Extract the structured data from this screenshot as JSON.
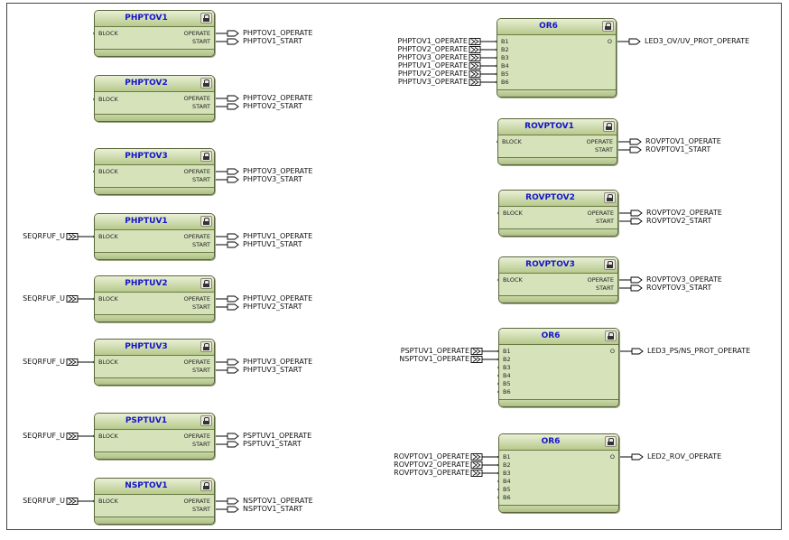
{
  "blocks": [
    {
      "title": "PHPTOV1",
      "inputs": [
        "BLOCK"
      ],
      "outputs": [
        "OPERATE",
        "START"
      ],
      "in_signals": [
        ""
      ],
      "out_signals": [
        "PHPTOV1_OPERATE",
        "PHPTOV1_START"
      ]
    },
    {
      "title": "PHPTOV2",
      "inputs": [
        "BLOCK"
      ],
      "outputs": [
        "OPERATE",
        "START"
      ],
      "in_signals": [
        ""
      ],
      "out_signals": [
        "PHPTOV2_OPERATE",
        "PHPTOV2_START"
      ]
    },
    {
      "title": "PHPTOV3",
      "inputs": [
        "BLOCK"
      ],
      "outputs": [
        "OPERATE",
        "START"
      ],
      "in_signals": [
        ""
      ],
      "out_signals": [
        "PHPTOV3_OPERATE",
        "PHPTOV3_START"
      ]
    },
    {
      "title": "PHPTUV1",
      "inputs": [
        "BLOCK"
      ],
      "outputs": [
        "OPERATE",
        "START"
      ],
      "in_signals": [
        "SEQRFUF_U"
      ],
      "out_signals": [
        "PHPTUV1_OPERATE",
        "PHPTUV1_START"
      ]
    },
    {
      "title": "PHPTUV2",
      "inputs": [
        "BLOCK"
      ],
      "outputs": [
        "OPERATE",
        "START"
      ],
      "in_signals": [
        "SEQRFUF_U"
      ],
      "out_signals": [
        "PHPTUV2_OPERATE",
        "PHPTUV2_START"
      ]
    },
    {
      "title": "PHPTUV3",
      "inputs": [
        "BLOCK"
      ],
      "outputs": [
        "OPERATE",
        "START"
      ],
      "in_signals": [
        "SEQRFUF_U"
      ],
      "out_signals": [
        "PHPTUV3_OPERATE",
        "PHPTUV3_START"
      ]
    },
    {
      "title": "PSPTUV1",
      "inputs": [
        "BLOCK"
      ],
      "outputs": [
        "OPERATE",
        "START"
      ],
      "in_signals": [
        "SEQRFUF_U"
      ],
      "out_signals": [
        "PSPTUV1_OPERATE",
        "PSPTUV1_START"
      ]
    },
    {
      "title": "NSPTOV1",
      "inputs": [
        "BLOCK"
      ],
      "outputs": [
        "OPERATE",
        "START"
      ],
      "in_signals": [
        "SEQRFUF_U"
      ],
      "out_signals": [
        "NSPTOV1_OPERATE",
        "NSPTOV1_START"
      ]
    },
    {
      "title": "OR6",
      "inputs": [
        "B1",
        "B2",
        "B3",
        "B4",
        "B5",
        "B6"
      ],
      "outputs": [
        "O"
      ],
      "in_signals": [
        "PHPTOV1_OPERATE",
        "PHPTOV2_OPERATE",
        "PHPTOV3_OPERATE",
        "PHPTUV1_OPERATE",
        "PHPTUV2_OPERATE",
        "PHPTUV3_OPERATE"
      ],
      "out_signals": [
        "LED3_OV/UV_PROT_OPERATE"
      ]
    },
    {
      "title": "ROVPTOV1",
      "inputs": [
        "BLOCK"
      ],
      "outputs": [
        "OPERATE",
        "START"
      ],
      "in_signals": [
        ""
      ],
      "out_signals": [
        "ROVPTOV1_OPERATE",
        "ROVPTOV1_START"
      ]
    },
    {
      "title": "ROVPTOV2",
      "inputs": [
        "BLOCK"
      ],
      "outputs": [
        "OPERATE",
        "START"
      ],
      "in_signals": [
        ""
      ],
      "out_signals": [
        "ROVPTOV2_OPERATE",
        "ROVPTOV2_START"
      ]
    },
    {
      "title": "ROVPTOV3",
      "inputs": [
        "BLOCK"
      ],
      "outputs": [
        "OPERATE",
        "START"
      ],
      "in_signals": [
        ""
      ],
      "out_signals": [
        "ROVPTOV3_OPERATE",
        "ROVPTOV3_START"
      ]
    },
    {
      "title": "OR6",
      "inputs": [
        "B1",
        "B2",
        "B3",
        "B4",
        "B5",
        "B6"
      ],
      "outputs": [
        "O"
      ],
      "in_signals": [
        "PSPTUV1_OPERATE",
        "NSPTOV1_OPERATE"
      ],
      "out_signals": [
        "LED3_PS/NS_PROT_OPERATE"
      ]
    },
    {
      "title": "OR6",
      "inputs": [
        "B1",
        "B2",
        "B3",
        "B4",
        "B5",
        "B6"
      ],
      "outputs": [
        "O"
      ],
      "in_signals": [
        "ROVPTOV1_OPERATE",
        "ROVPTOV2_OPERATE",
        "ROVPTOV3_OPERATE"
      ],
      "out_signals": [
        "LED2_ROV_OPERATE"
      ]
    }
  ],
  "colors": {
    "block_fill": "#d6e2ba",
    "title_text": "#1414c8",
    "border": "#59663b"
  }
}
